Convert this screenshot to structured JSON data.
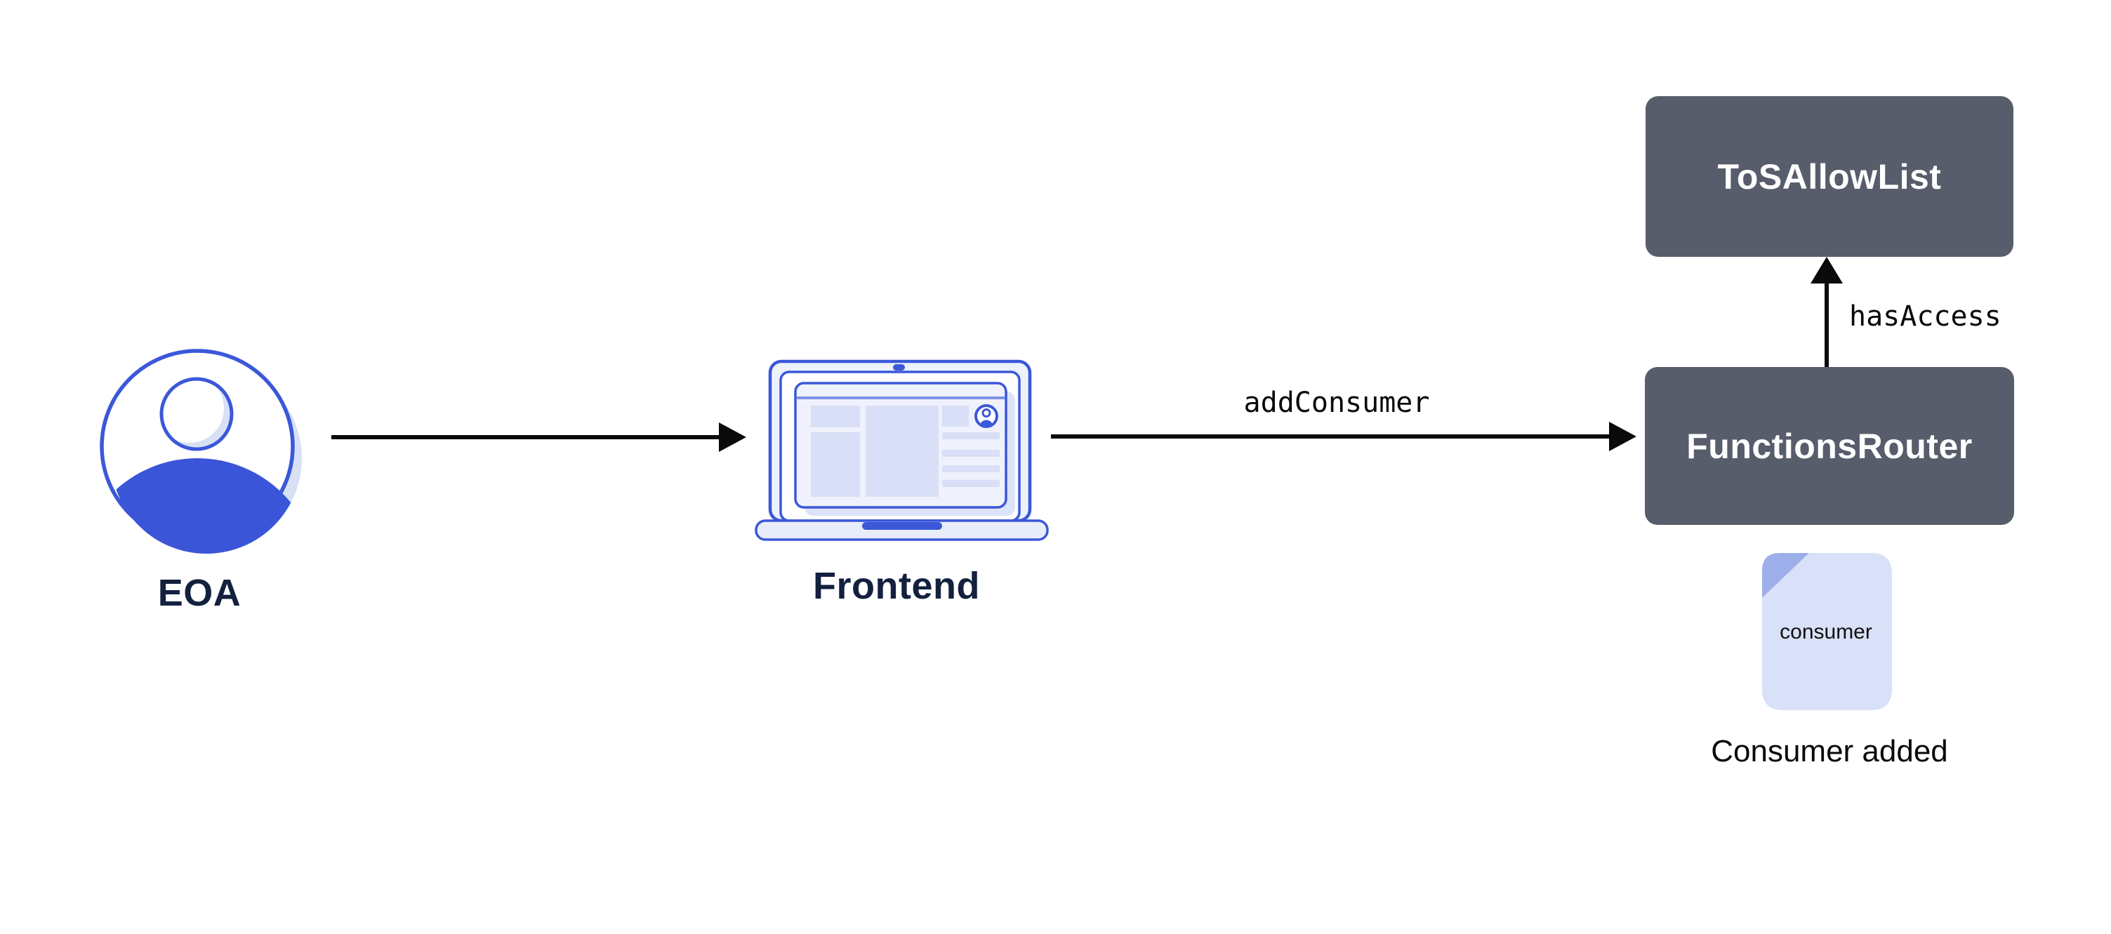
{
  "diagram": {
    "description": "Flow diagram: EOA to Frontend to FunctionsRouter, which checks ToSAllowList and records a consumer",
    "colors": {
      "background": "#ffffff",
      "accent_blue": "#3B58D9",
      "light_blue_fill": "#D8DFF6",
      "pale_blue_fill": "#EDF1FB",
      "shadow_blue": "#D8E0F6",
      "fold_blue": "#9DAFEA",
      "contract_box_dark": "#575D6B",
      "title_navy": "#13203E",
      "arrow_black": "#0A0A0A"
    },
    "nodes": {
      "eoa": {
        "label": "EOA"
      },
      "frontend": {
        "label": "Frontend"
      },
      "tos_allow_list": {
        "label": "ToSAllowList"
      },
      "functions_router": {
        "label": "FunctionsRouter"
      },
      "consumer_doc": {
        "text": "consumer",
        "caption": "Consumer added"
      }
    },
    "edges": {
      "eoa_to_frontend": {
        "label": ""
      },
      "frontend_to_functions_router": {
        "label": "addConsumer"
      },
      "functions_router_to_tos_allow_list": {
        "label": "hasAccess"
      }
    }
  }
}
